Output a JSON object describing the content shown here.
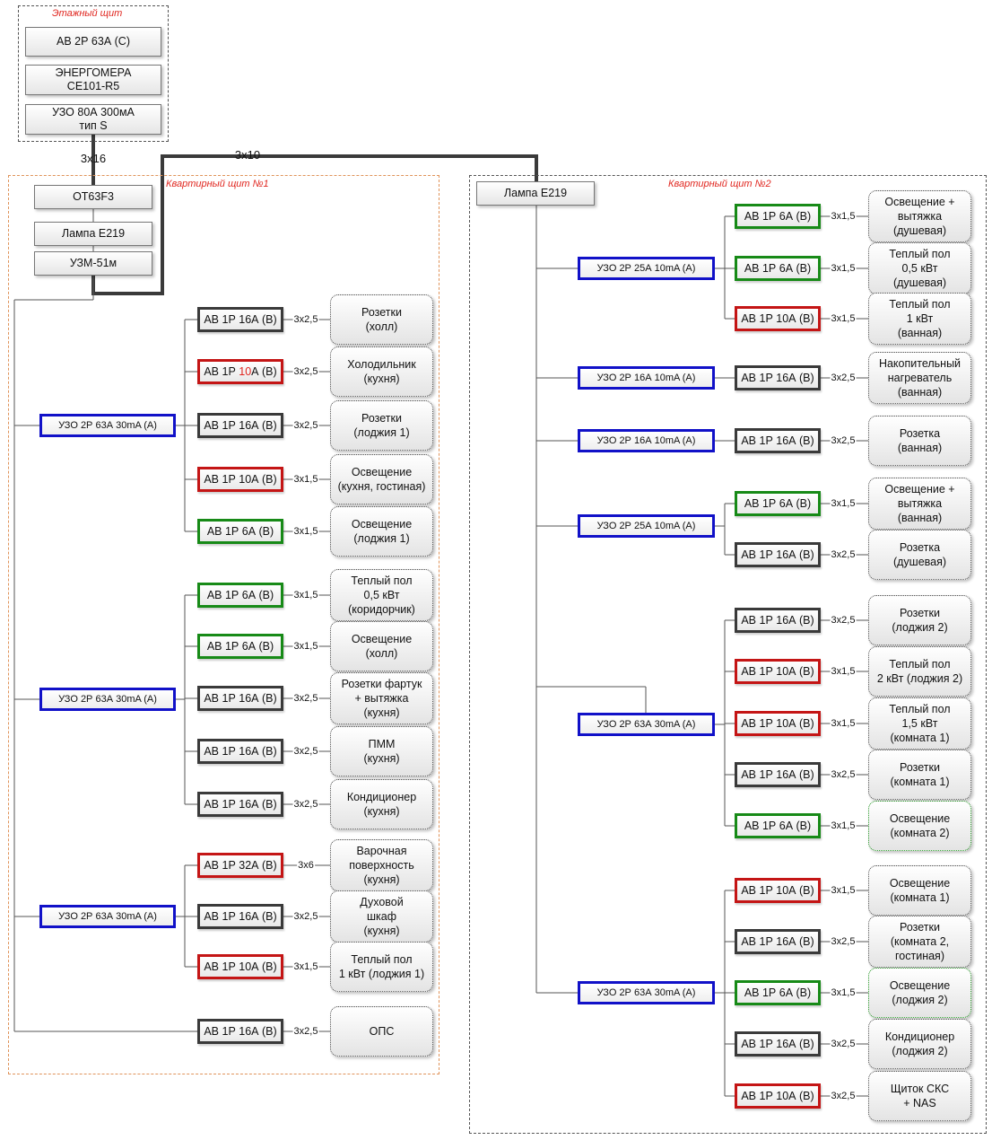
{
  "floor_panel": {
    "title": "Этажный щит",
    "items": [
      "АВ 2Р 63А (С)",
      "ЭНЕРГОМЕРА\nCE101-R5",
      "УЗО 80А 300мА\nтип S"
    ],
    "feeder_1": "3х16",
    "feeder_2": "3х10"
  },
  "panel1": {
    "title": "Квартирный щит №1",
    "head": [
      "ОТ63F3",
      "Лампа Е219",
      "УЗМ-51м"
    ],
    "rcds": [
      "УЗО 2Р 63А 30mA (A)",
      "УЗО 2Р 63А 30mA (A)",
      "УЗО 2Р 63А 30mA (A)"
    ],
    "circuits": [
      {
        "breaker_pre": "АВ 1Р ",
        "breaker_hl": "16",
        "breaker_post": "А (В)",
        "hl": false,
        "color": "black",
        "cable": "3х2,5",
        "load": "Розетки\n(холл)"
      },
      {
        "breaker_pre": "АВ 1Р ",
        "breaker_hl": "10",
        "breaker_post": "А (В)",
        "hl": true,
        "color": "red",
        "cable": "3х2,5",
        "load": "Холодильник\n(кухня)"
      },
      {
        "breaker_pre": "АВ 1Р ",
        "breaker_hl": "16",
        "breaker_post": "А (В)",
        "hl": false,
        "color": "black",
        "cable": "3х2,5",
        "load": "Розетки\n(лоджия 1)"
      },
      {
        "breaker_pre": "АВ 1Р ",
        "breaker_hl": "10",
        "breaker_post": "А (В)",
        "hl": false,
        "color": "red",
        "cable": "3х1,5",
        "load": "Освещение\n(кухня, гостиная)"
      },
      {
        "breaker_pre": "АВ 1Р ",
        "breaker_hl": "6",
        "breaker_post": "А (В)",
        "hl": false,
        "color": "green",
        "cable": "3х1,5",
        "load": "Освещение\n(лоджия 1)"
      },
      {
        "breaker_pre": "АВ 1Р ",
        "breaker_hl": "6",
        "breaker_post": "А (В)",
        "hl": false,
        "color": "green",
        "cable": "3х1,5",
        "load": "Теплый пол\n0,5 кВт\n(коридорчик)"
      },
      {
        "breaker_pre": "АВ 1Р ",
        "breaker_hl": "6",
        "breaker_post": "А (В)",
        "hl": false,
        "color": "green",
        "cable": "3х1,5",
        "load": "Освещение\n(холл)"
      },
      {
        "breaker_pre": "АВ 1Р ",
        "breaker_hl": "16",
        "breaker_post": "А (В)",
        "hl": false,
        "color": "black",
        "cable": "3х2,5",
        "load": "Розетки фартук\n+ вытяжка\n(кухня)"
      },
      {
        "breaker_pre": "АВ 1Р ",
        "breaker_hl": "16",
        "breaker_post": "А (В)",
        "hl": false,
        "color": "black",
        "cable": "3х2,5",
        "load": "ПММ\n(кухня)"
      },
      {
        "breaker_pre": "АВ 1Р ",
        "breaker_hl": "16",
        "breaker_post": "А (В)",
        "hl": false,
        "color": "black",
        "cable": "3х2,5",
        "load": "Кондиционер\n(кухня)"
      },
      {
        "breaker_pre": "АВ 1Р ",
        "breaker_hl": "32",
        "breaker_post": "А (В)",
        "hl": false,
        "color": "red",
        "cable": "3х6",
        "load": "Варочная\nповерхность\n(кухня)"
      },
      {
        "breaker_pre": "АВ 1Р ",
        "breaker_hl": "16",
        "breaker_post": "А (В)",
        "hl": false,
        "color": "black",
        "cable": "3х2,5",
        "load": "Духовой\nшкаф\n(кухня)"
      },
      {
        "breaker_pre": "АВ 1Р ",
        "breaker_hl": "10",
        "breaker_post": "А (В)",
        "hl": false,
        "color": "red",
        "cable": "3х1,5",
        "load": "Теплый пол\n1 кВт (лоджия 1)"
      },
      {
        "breaker_pre": "АВ 1Р ",
        "breaker_hl": "16",
        "breaker_post": "А (В)",
        "hl": false,
        "color": "black",
        "cable": "3х2,5",
        "load": "ОПС"
      }
    ]
  },
  "panel2": {
    "title": "Квартирный щит №2",
    "head": [
      "Лампа Е219"
    ],
    "rcds": [
      "УЗО 2Р 25А 10mA (A)",
      "УЗО 2Р 16А 10mA (A)",
      "УЗО 2Р 16А 10mA (A)",
      "УЗО 2Р 25А 10mA (A)",
      "УЗО 2Р 63А 30mA (A)",
      "УЗО 2Р 63А 30mA (A)"
    ],
    "circuits": [
      {
        "breaker": "АВ 1Р 6А (В)",
        "color": "green",
        "cable": "3х1,5",
        "load": "Освещение +\nвытяжка\n(душевая)"
      },
      {
        "breaker": "АВ 1Р 6А (В)",
        "color": "green",
        "cable": "3х1,5",
        "load": "Теплый пол\n0,5 кВт\n(душевая)"
      },
      {
        "breaker": "АВ 1Р 10А (В)",
        "color": "red",
        "cable": "3х1,5",
        "load": "Теплый пол\n1 кВт\n(ванная)"
      },
      {
        "breaker": "АВ 1Р 16А (В)",
        "color": "black",
        "cable": "3х2,5",
        "load": "Накопительный\nнагреватель\n(ванная)"
      },
      {
        "breaker": "АВ 1Р 16А (В)",
        "color": "black",
        "cable": "3х2,5",
        "load": "Розетка\n(ванная)"
      },
      {
        "breaker": "АВ 1Р 6А (В)",
        "color": "green",
        "cable": "3х1,5",
        "load": "Освещение +\nвытяжка\n(ванная)"
      },
      {
        "breaker": "АВ 1Р 16А (В)",
        "color": "black",
        "cable": "3х2,5",
        "load": "Розетка\n(душевая)"
      },
      {
        "breaker": "АВ 1Р 16А (В)",
        "color": "black",
        "cable": "3х2,5",
        "load": "Розетки\n(лоджия 2)"
      },
      {
        "breaker": "АВ 1Р 10А (В)",
        "color": "red",
        "cable": "3х1,5",
        "load": "Теплый пол\n2 кВт (лоджия 2)"
      },
      {
        "breaker": "АВ 1Р 10А (В)",
        "color": "red",
        "cable": "3х1,5",
        "load": "Теплый пол\n1,5 кВт\n(комната 1)"
      },
      {
        "breaker": "АВ 1Р 16А (В)",
        "color": "black",
        "cable": "3х2,5",
        "load": "Розетки\n(комната 1)"
      },
      {
        "breaker": "АВ 1Р 6А (В)",
        "color": "green",
        "cable": "3х1,5",
        "load": "Освещение\n(комната 2)"
      },
      {
        "breaker": "АВ 1Р 10А (В)",
        "color": "red",
        "cable": "3х1,5",
        "load": "Освещение\n(комната 1)"
      },
      {
        "breaker": "АВ 1Р 16А (В)",
        "color": "black",
        "cable": "3х2,5",
        "load": "Розетки\n(комната 2,\nгостиная)"
      },
      {
        "breaker": "АВ 1Р 6А (В)",
        "color": "green",
        "cable": "3х1,5",
        "load": "Освещение\n(лоджия 2)"
      },
      {
        "breaker": "АВ 1Р 16А (В)",
        "color": "black",
        "cable": "3х2,5",
        "load": "Кондиционер\n(лоджия 2)"
      },
      {
        "breaker": "АВ 1Р 10А (В)",
        "color": "red",
        "cable": "3х2,5",
        "load": "Щиток СКС\n+ NAS"
      }
    ]
  }
}
